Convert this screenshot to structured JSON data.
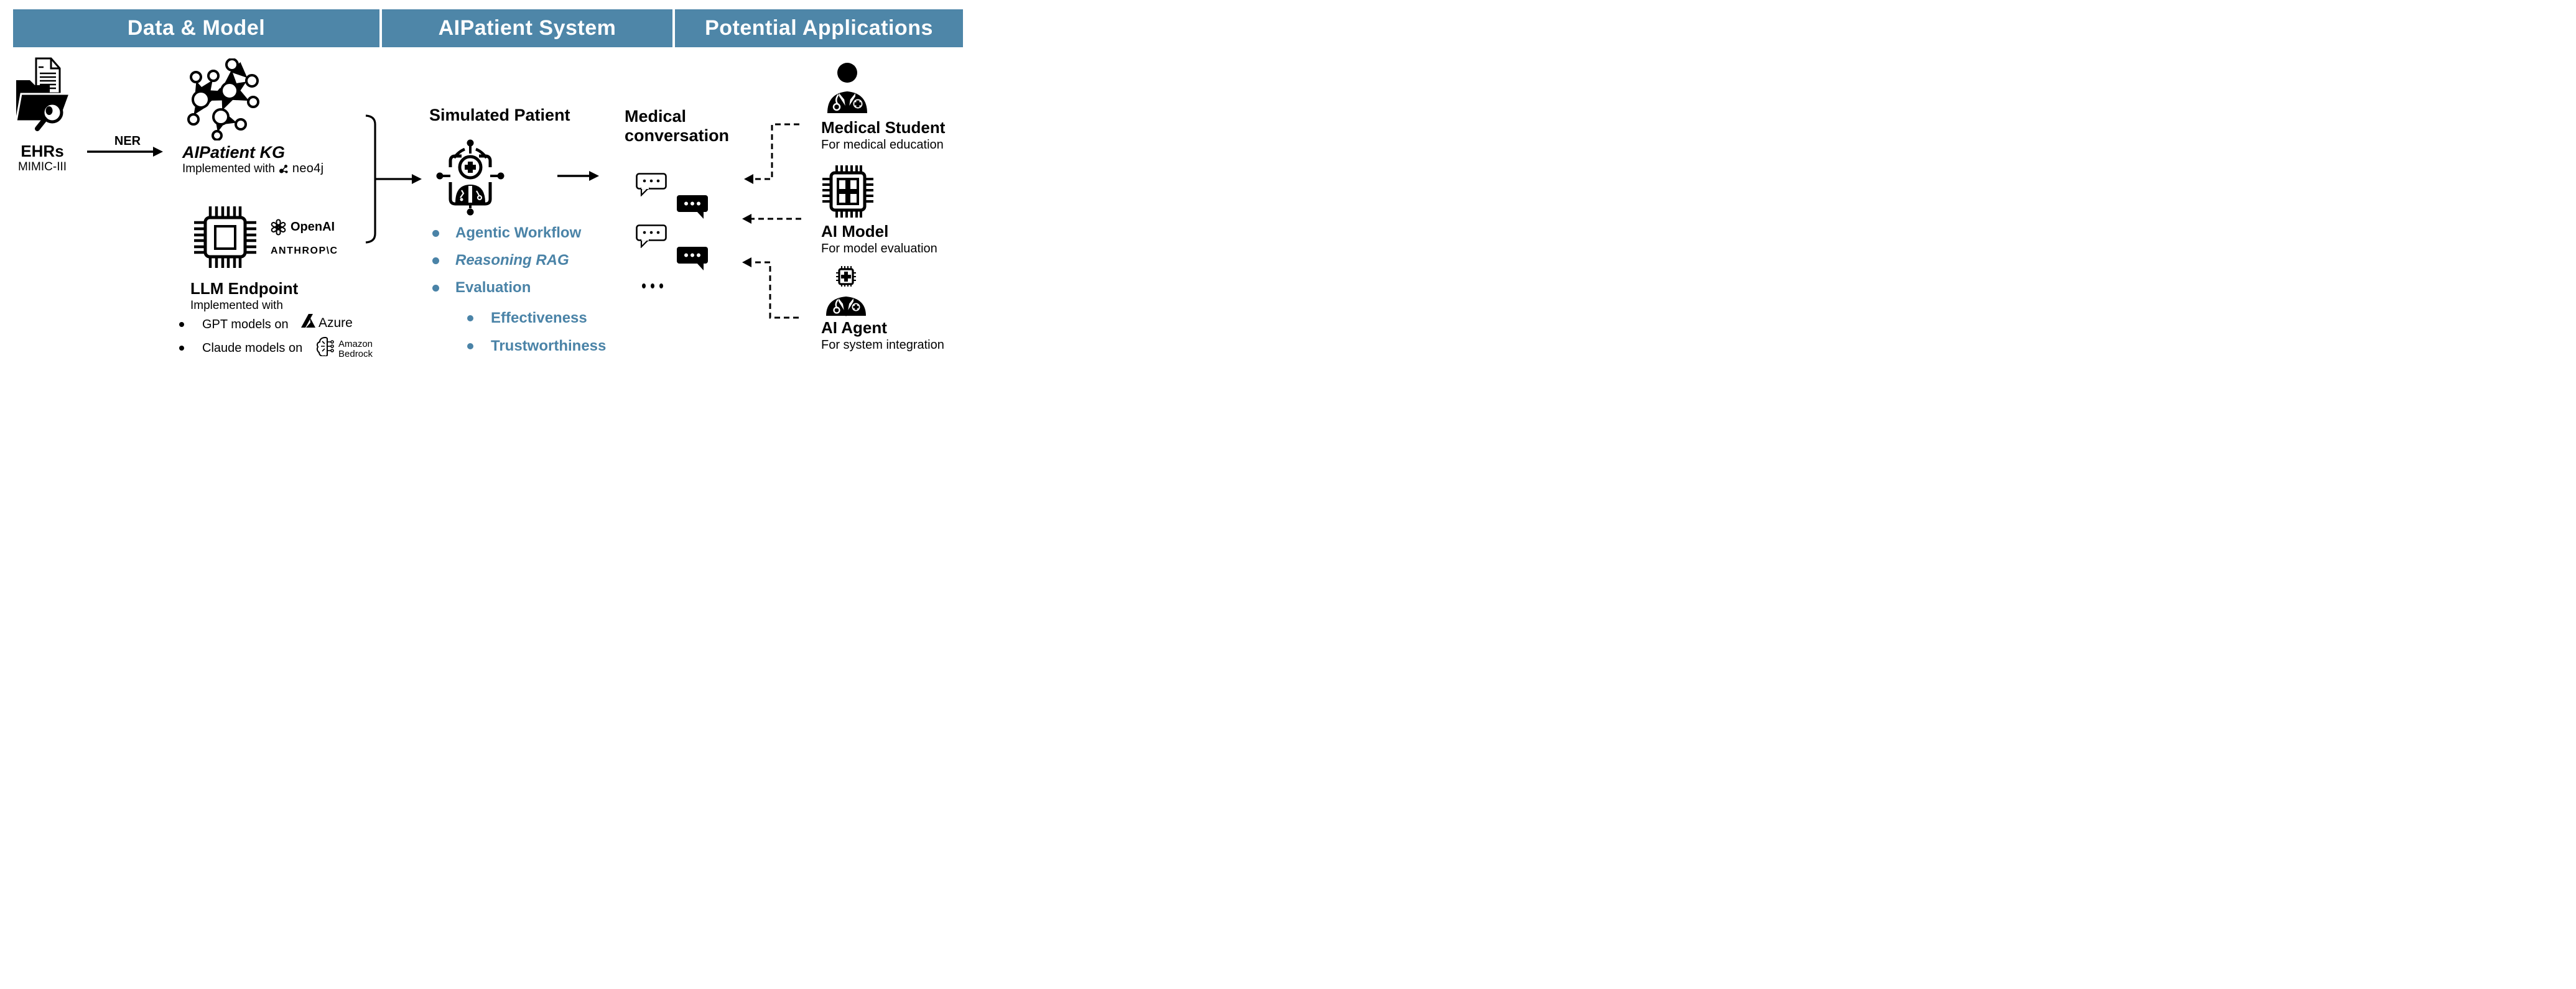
{
  "colors": {
    "header_bg": "#4E86A8",
    "accent": "#4A83A7",
    "ink": "#000000"
  },
  "header": {
    "sections": [
      {
        "label": "Data & Model"
      },
      {
        "label": "AIPatient System"
      },
      {
        "label": "Potential Applications"
      }
    ]
  },
  "data_model": {
    "ehrs": {
      "title": "EHRs",
      "dataset": "MIMIC-III"
    },
    "ner_label": "NER",
    "kg": {
      "title": "AIPatient KG",
      "impl_text": "Implemented with",
      "impl_logo": "neo4j"
    },
    "llm": {
      "title": "LLM Endpoint",
      "impl_text": "Implemented with",
      "providers": [
        {
          "name": "OpenAI"
        },
        {
          "name": "ANTHROP\\C"
        }
      ],
      "deployments": [
        {
          "text": "GPT models on",
          "vendor": "Azure"
        },
        {
          "text": "Claude models on",
          "vendor_lines": [
            "Amazon",
            "Bedrock"
          ]
        }
      ]
    }
  },
  "system": {
    "title": "Simulated Patient",
    "features": [
      {
        "label": "Agentic Workflow"
      },
      {
        "label": "Reasoning RAG"
      },
      {
        "label": "Evaluation"
      }
    ],
    "evaluation_aspects": [
      {
        "label": "Effectiveness"
      },
      {
        "label": "Trustworthiness"
      }
    ]
  },
  "conversation": {
    "title_lines": [
      "Medical",
      "conversation"
    ]
  },
  "applications": {
    "items": [
      {
        "title": "Medical Student",
        "subtitle": "For medical education"
      },
      {
        "title": "AI Model",
        "subtitle": "For model evaluation"
      },
      {
        "title": "AI Agent",
        "subtitle": "For system integration"
      }
    ]
  }
}
